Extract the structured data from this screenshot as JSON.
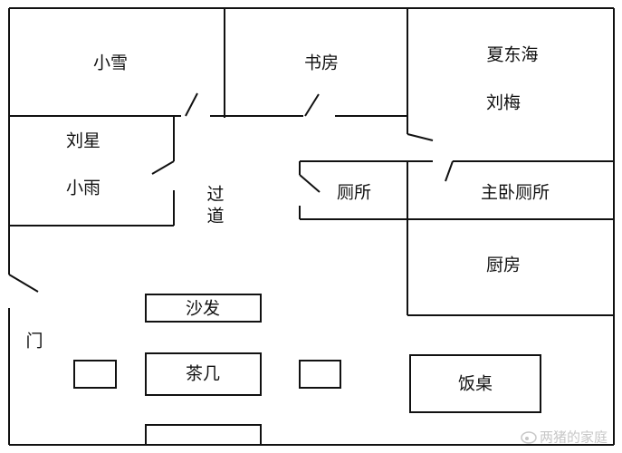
{
  "rooms": {
    "xiaoxue": "小雪",
    "study": "书房",
    "master_occupants": [
      "夏东海",
      "刘梅"
    ],
    "shared_room_occupants": [
      "刘星",
      "小雨"
    ],
    "hallway": [
      "过",
      "道"
    ],
    "toilet": "厕所",
    "master_toilet": "主卧厕所",
    "kitchen": "厨房",
    "door": "门"
  },
  "furniture": {
    "sofa": "沙发",
    "coffee_table": "茶几",
    "dining_table": "饭桌"
  },
  "watermark": {
    "icon": "weibo-icon",
    "text": "两猪的家庭"
  }
}
